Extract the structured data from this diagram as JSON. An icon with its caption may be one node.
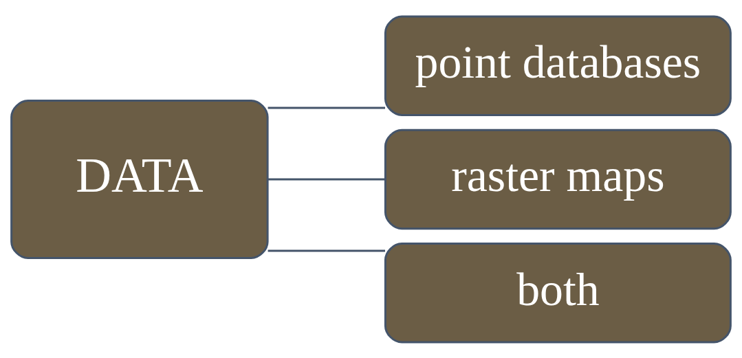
{
  "diagram": {
    "nodes": [
      {
        "text": [
          "DATA"
        ]
      },
      {
        "text": [
          "point databases"
        ]
      },
      {
        "text": [
          "raster maps"
        ]
      },
      {
        "text": [
          "both"
        ]
      }
    ],
    "edges": [
      {
        "from": 0,
        "to": 1,
        "arrow": "none"
      },
      {
        "from": 0,
        "to": 2,
        "arrow": "none"
      },
      {
        "from": 0,
        "to": 3,
        "arrow": "none"
      }
    ]
  }
}
